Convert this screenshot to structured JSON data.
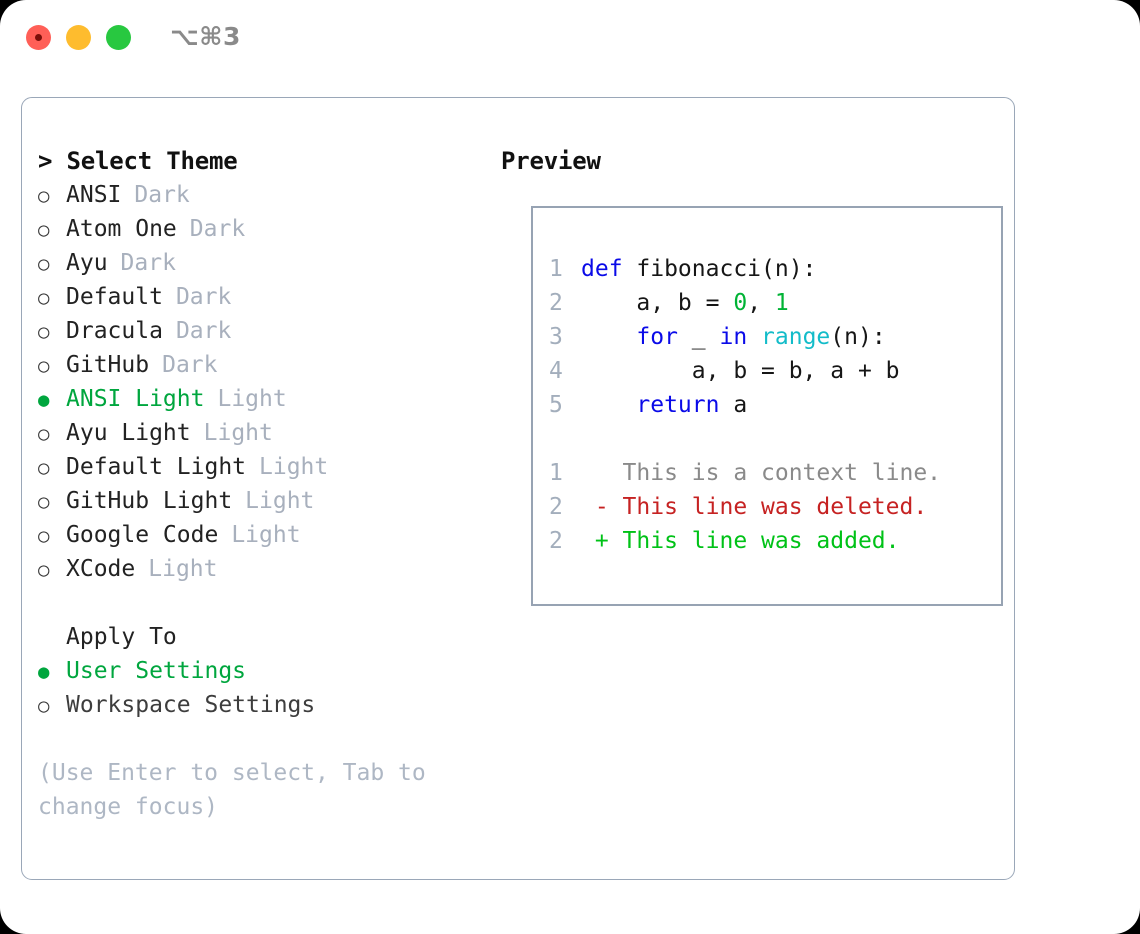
{
  "titlebar": {
    "shortcut": "⌥⌘3",
    "buttons": [
      {
        "name": "close",
        "color": "#ff5f57"
      },
      {
        "name": "minimize",
        "color": "#febc2e"
      },
      {
        "name": "maximize",
        "color": "#28c840"
      }
    ]
  },
  "left": {
    "header": "> Select Theme",
    "themes": [
      {
        "marker": "○",
        "label": "ANSI",
        "suffix": "Dark",
        "selected": false
      },
      {
        "marker": "○",
        "label": "Atom One",
        "suffix": "Dark",
        "selected": false
      },
      {
        "marker": "○",
        "label": "Ayu",
        "suffix": "Dark",
        "selected": false
      },
      {
        "marker": "○",
        "label": "Default",
        "suffix": "Dark",
        "selected": false
      },
      {
        "marker": "○",
        "label": "Dracula",
        "suffix": "Dark",
        "selected": false
      },
      {
        "marker": "○",
        "label": "GitHub",
        "suffix": "Dark",
        "selected": false
      },
      {
        "marker": "●",
        "label": "ANSI Light",
        "suffix": "Light",
        "selected": true
      },
      {
        "marker": "○",
        "label": "Ayu Light",
        "suffix": "Light",
        "selected": false
      },
      {
        "marker": "○",
        "label": "Default Light",
        "suffix": "Light",
        "selected": false
      },
      {
        "marker": "○",
        "label": "GitHub Light",
        "suffix": "Light",
        "selected": false
      },
      {
        "marker": "○",
        "label": "Google Code",
        "suffix": "Light",
        "selected": false
      },
      {
        "marker": "○",
        "label": "XCode",
        "suffix": "Light",
        "selected": false
      }
    ],
    "apply_to": {
      "title": "Apply To",
      "options": [
        {
          "marker": "●",
          "label": "User Settings",
          "selected": true
        },
        {
          "marker": "○",
          "label": "Workspace Settings",
          "selected": false
        }
      ]
    },
    "hint": "(Use Enter to select, Tab to change focus)"
  },
  "right": {
    "header": "Preview",
    "code_lines": [
      {
        "no": "1",
        "indent": "",
        "tokens": [
          {
            "t": "def",
            "c": "kw"
          },
          {
            "t": " fibonacci(n):",
            "c": "plain"
          }
        ]
      },
      {
        "no": "2",
        "indent": "    ",
        "tokens": [
          {
            "t": "a, b = ",
            "c": "plain"
          },
          {
            "t": "0",
            "c": "num"
          },
          {
            "t": ", ",
            "c": "plain"
          },
          {
            "t": "1",
            "c": "num"
          }
        ]
      },
      {
        "no": "3",
        "indent": "    ",
        "tokens": [
          {
            "t": "for",
            "c": "kw"
          },
          {
            "t": " _ ",
            "c": "plain"
          },
          {
            "t": "in",
            "c": "kw"
          },
          {
            "t": " ",
            "c": "plain"
          },
          {
            "t": "range",
            "c": "fn"
          },
          {
            "t": "(n):",
            "c": "plain"
          }
        ]
      },
      {
        "no": "4",
        "indent": "        ",
        "tokens": [
          {
            "t": "a, b = b, a + b",
            "c": "plain"
          }
        ]
      },
      {
        "no": "5",
        "indent": "    ",
        "tokens": [
          {
            "t": "return",
            "c": "kw"
          },
          {
            "t": " a",
            "c": "plain"
          }
        ]
      }
    ],
    "diff_lines": [
      {
        "no": "1",
        "sign": "  ",
        "text": "This is a context line.",
        "kind": "ctx"
      },
      {
        "no": "2",
        "sign": "- ",
        "text": "This line was deleted.",
        "kind": "del"
      },
      {
        "no": "2",
        "sign": "+ ",
        "text": "This line was added.",
        "kind": "add"
      }
    ]
  },
  "colors": {
    "accent_green": "#00a63e",
    "muted": "#a8b0bd",
    "keyword_blue": "#0a0ae8",
    "number_green": "#00b335",
    "function_cyan": "#13bcc9",
    "diff_delete_red": "#c62222",
    "diff_add_green": "#00c217",
    "border": "#9aa7b8"
  }
}
